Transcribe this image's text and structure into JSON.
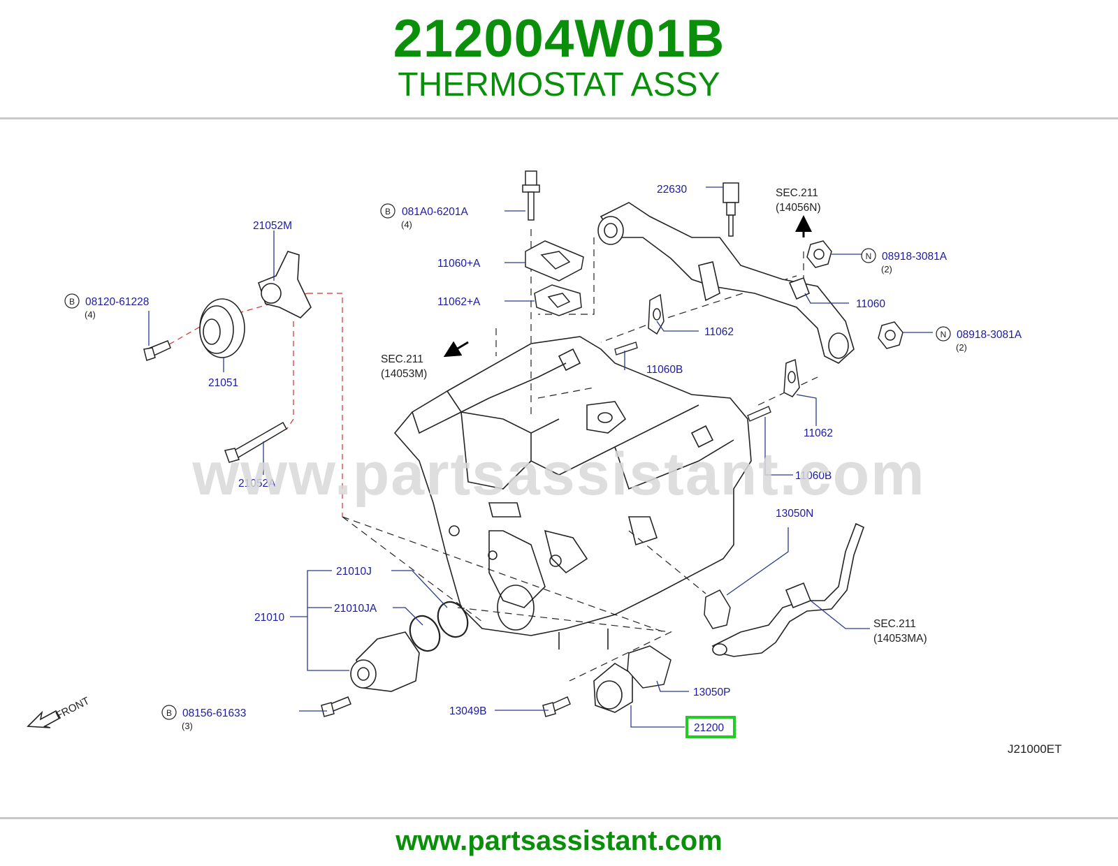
{
  "header": {
    "part_number": "212004W01B",
    "part_name": "THERMOSTAT ASSY"
  },
  "footer": {
    "url": "www.partsassistant.com"
  },
  "watermark": "www.partsassistant.com",
  "diagram_code": "J21000ET",
  "front_label": "FRONT",
  "colors": {
    "brand_green": "#0a8f0a",
    "callout_blue": "#1a1aa6",
    "highlight": "#22cc22",
    "rule": "#c8c8c8"
  },
  "callouts": {
    "c22630": "22630",
    "sec211_14056n": "SEC.211",
    "sec211_14056n_ref": "(14056N)",
    "b_081a0": "B",
    "p081a0": "081A0-6201A",
    "q081a0": "(4)",
    "c21052m": "21052M",
    "c11060a": "11060+A",
    "c11062a": "11062+A",
    "n1": "N",
    "p08918a": "08918-3081A",
    "q08918a": "(2)",
    "c11060": "11060",
    "b_08120": "B",
    "p08120": "08120-61228",
    "q08120": "(4)",
    "c11062_upper": "11062",
    "n2": "N",
    "p08918b": "08918-3081A",
    "q08918b": "(2)",
    "sec211_14053m": "SEC.211",
    "sec211_14053m_ref": "(14053M)",
    "c11060b_upper": "11060B",
    "c21051": "21051",
    "c11062_lower": "11062",
    "c21052a": "21052A",
    "c11060b_lower": "11060B",
    "c13050n": "13050N",
    "c21010j": "21010J",
    "c21010": "21010",
    "c21010ja": "21010JA",
    "sec211_14053ma": "SEC.211",
    "sec211_14053ma_ref": "(14053MA)",
    "c13050p": "13050P",
    "b_08156": "B",
    "p08156": "08156-61633",
    "q08156": "(3)",
    "c13049b": "13049B",
    "c21200": "21200"
  }
}
